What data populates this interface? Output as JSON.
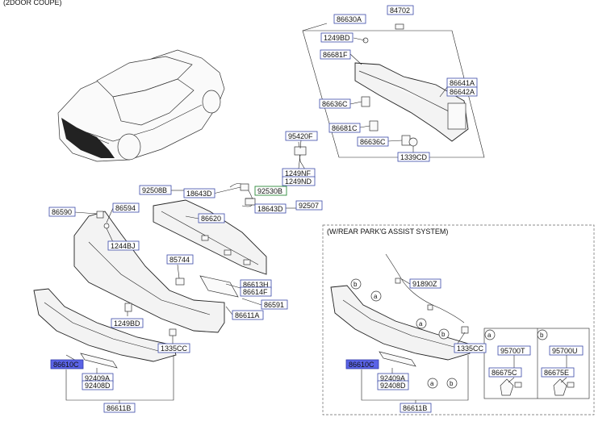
{
  "header": "(2DOOR COUPE)",
  "inset_title": "(W/REAR PARK'G ASSIST SYSTEM)",
  "labels": {
    "p86630A": "86630A",
    "p84702": "84702",
    "p1249BD_top": "1249BD",
    "p86681F": "86681F",
    "p86641A": "86641A",
    "p86642A": "86642A",
    "p86636C_a": "86636C",
    "p86681C": "86681C",
    "p86636C_b": "86636C",
    "p1339CD": "1339CD",
    "p95420F": "95420F",
    "p1249NF": "1249NF",
    "p1249ND": "1249ND",
    "p92508B": "92508B",
    "p18643D_a": "18643D",
    "p92530B": "92530B",
    "p18643D_b": "18643D",
    "p92507": "92507",
    "p86590": "86590",
    "p86594": "86594",
    "p86620": "86620",
    "p1244BJ": "1244BJ",
    "p85744": "85744",
    "p86613H": "86613H",
    "p86614F": "86614F",
    "p86591": "86591",
    "p86611A": "86611A",
    "p1249BD_low": "1249BD",
    "p1335CC_main": "1335CC",
    "p86610C_main": "86610C",
    "p92409A_main": "92409A",
    "p92408D_main": "92408D",
    "p86611B_main": "86611B",
    "p91890Z": "91890Z",
    "p1335CC_inset": "1335CC",
    "p86610C_inset": "86610C",
    "p92409A_inset": "92409A",
    "p92408D_inset": "92408D",
    "p86611B_inset": "86611B",
    "p95700T": "95700T",
    "p86675C": "86675C",
    "p95700U": "95700U",
    "p86675E": "86675E",
    "sub_a": "a",
    "sub_b": "b"
  },
  "colors": {
    "box_border": "#3b4aa8",
    "highlight": "#5a63e6",
    "green_border": "#2d8a3a"
  }
}
